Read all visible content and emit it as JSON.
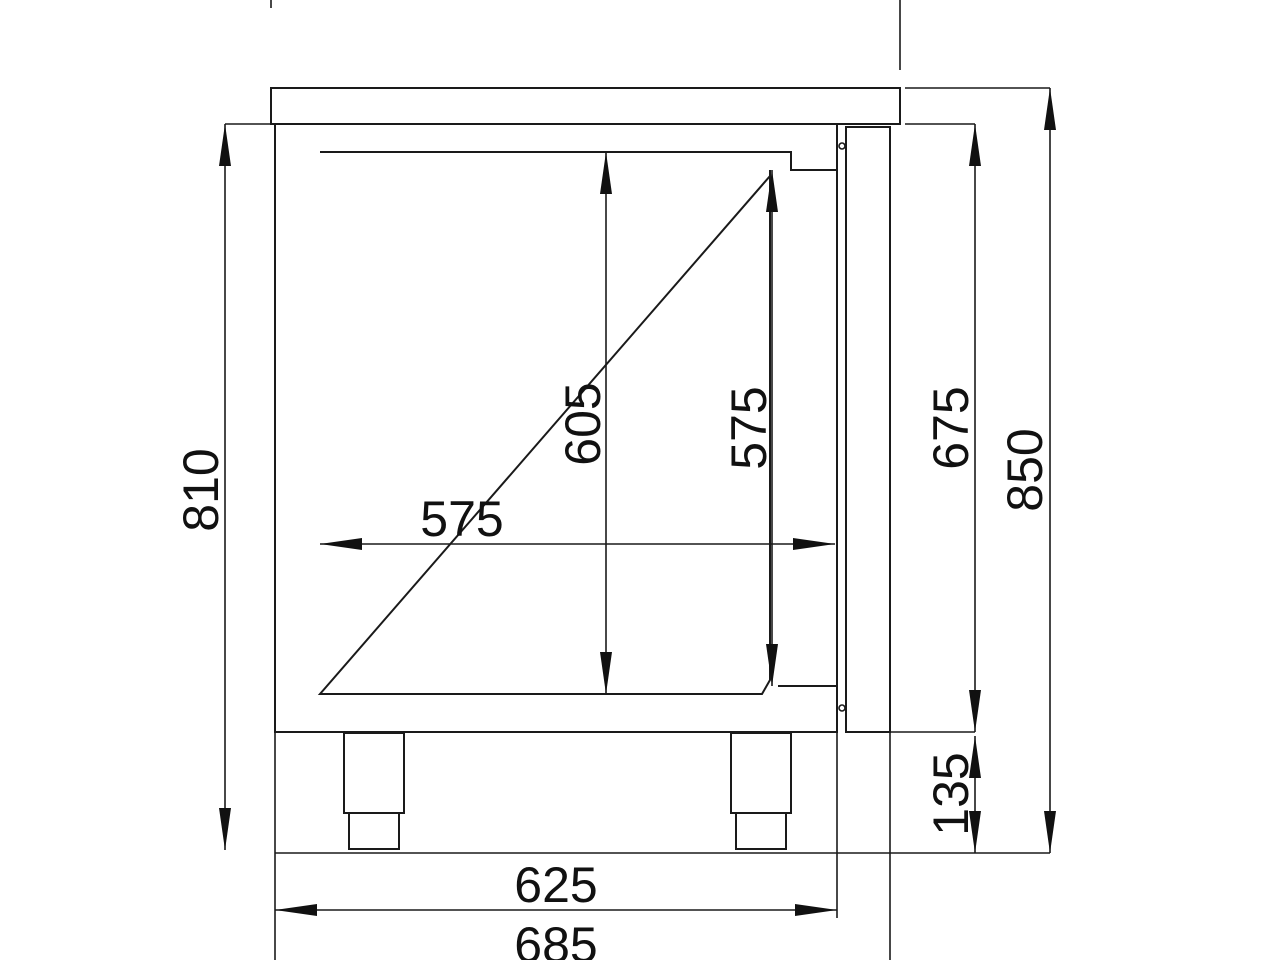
{
  "dimensions": {
    "overall_height": "850",
    "body_height": "810",
    "cabinet_height": "675",
    "leg_height": "135",
    "interior_height": "605",
    "door_opening_height": "575",
    "interior_width": "575",
    "body_depth": "625",
    "overall_depth": "685"
  },
  "colors": {
    "line": "#1a1a1a",
    "background": "#ffffff"
  }
}
